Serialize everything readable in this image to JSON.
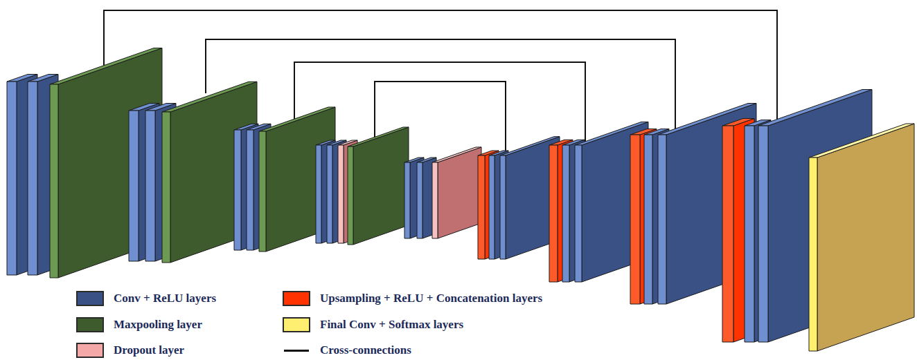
{
  "diagram": {
    "legend": [
      {
        "text": "Conv + ReLU layers",
        "color": "#3a5186"
      },
      {
        "text": "Maxpooling layer",
        "color": "#3e5b2e"
      },
      {
        "text": "Dropout layer",
        "color": "#f4a9a8"
      },
      {
        "text": "Upsampling + ReLU + Concatenation layers",
        "color": "#ff3300"
      },
      {
        "text": "Final Conv + Softmax layers",
        "color": "#ffef70"
      },
      {
        "text": "Cross-connections"
      }
    ]
  }
}
